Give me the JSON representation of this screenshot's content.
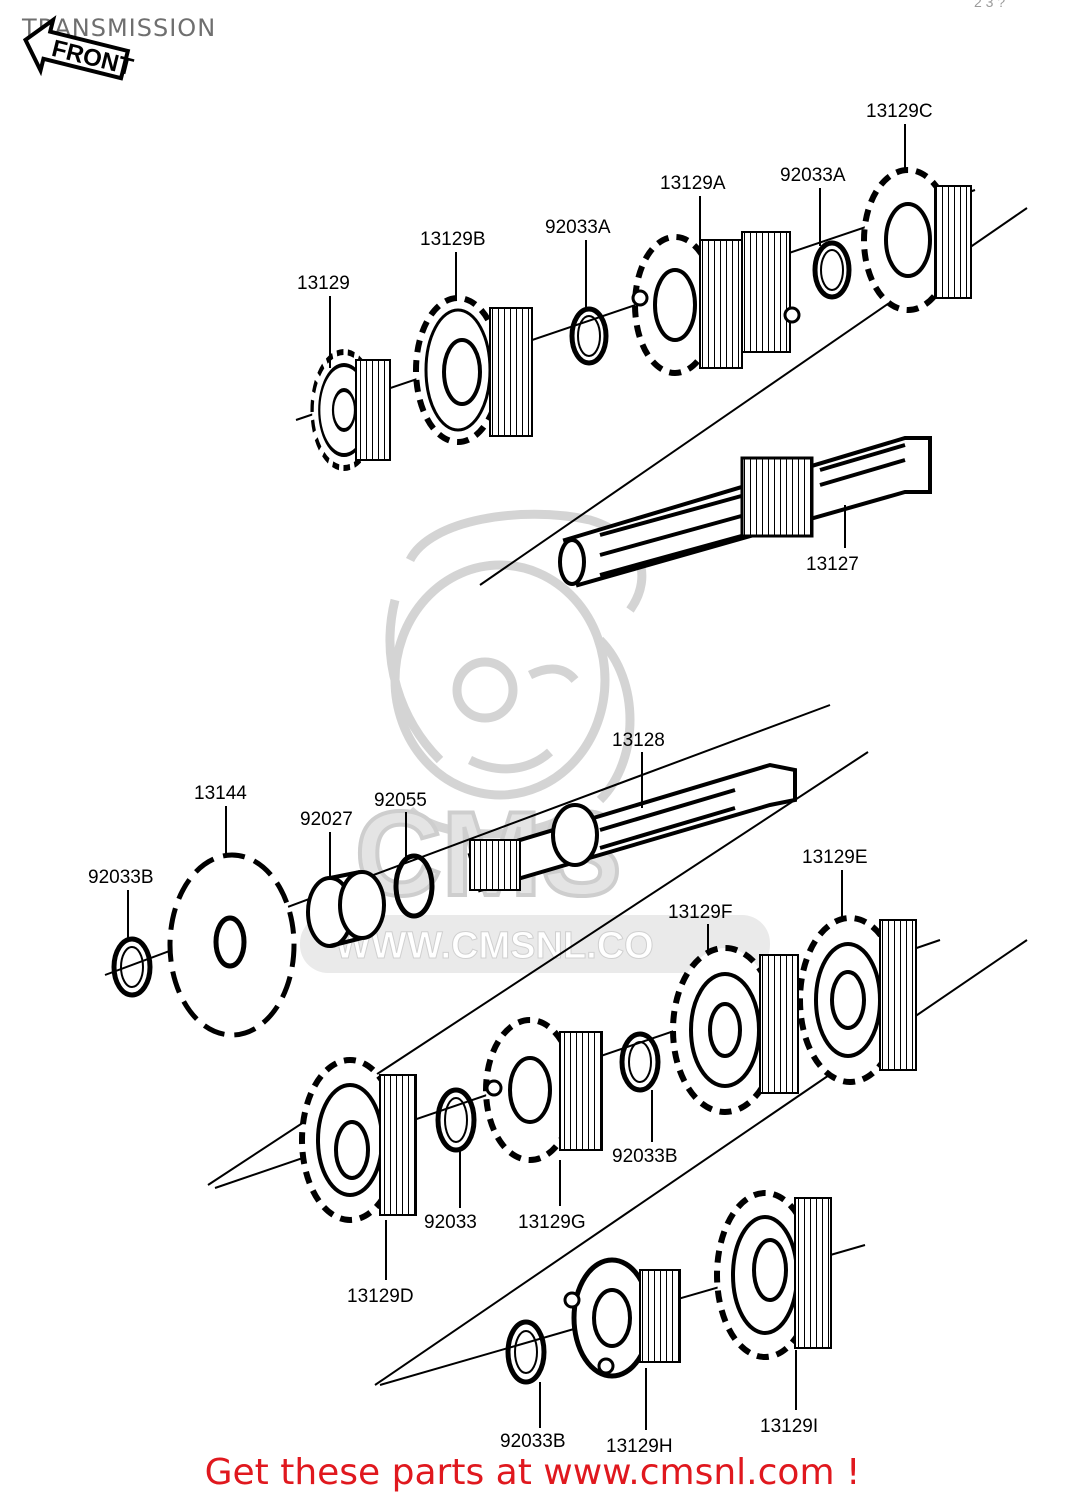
{
  "page": {
    "title": "TRANSMISSION",
    "corner_mark": "2 3 ?",
    "front_arrow_label": "FRONT",
    "footer": "Get these parts at www.cmsnl.com !"
  },
  "watermark": {
    "letters": "CMS",
    "url": "WWW.CMSNL.CO"
  },
  "colors": {
    "ink": "#000000",
    "footer_red": "#e0181e",
    "watermark_gray": "#c8c8c8",
    "title_gray": "#6f6f6f"
  },
  "parts": [
    {
      "id": "p1",
      "label": "13129",
      "kind": "gear"
    },
    {
      "id": "p2",
      "label": "13129B",
      "kind": "gear"
    },
    {
      "id": "p3",
      "label": "92033A",
      "kind": "circlip"
    },
    {
      "id": "p4",
      "label": "13129A",
      "kind": "double-gear"
    },
    {
      "id": "p5",
      "label": "92033A",
      "kind": "circlip"
    },
    {
      "id": "p6",
      "label": "13129C",
      "kind": "gear"
    },
    {
      "id": "p7",
      "label": "13127",
      "kind": "shaft"
    },
    {
      "id": "p8",
      "label": "13128",
      "kind": "shaft"
    },
    {
      "id": "p9",
      "label": "13144",
      "kind": "sprocket"
    },
    {
      "id": "p10",
      "label": "92027",
      "kind": "collar"
    },
    {
      "id": "p11",
      "label": "92055",
      "kind": "o-ring"
    },
    {
      "id": "p12",
      "label": "92033B",
      "kind": "circlip"
    },
    {
      "id": "p13",
      "label": "13129E",
      "kind": "gear"
    },
    {
      "id": "p14",
      "label": "13129F",
      "kind": "gear"
    },
    {
      "id": "p15",
      "label": "92033B",
      "kind": "circlip"
    },
    {
      "id": "p16",
      "label": "13129G",
      "kind": "gear"
    },
    {
      "id": "p17",
      "label": "92033",
      "kind": "circlip"
    },
    {
      "id": "p18",
      "label": "13129D",
      "kind": "gear"
    },
    {
      "id": "p19",
      "label": "13129I",
      "kind": "gear"
    },
    {
      "id": "p20",
      "label": "13129H",
      "kind": "gear"
    },
    {
      "id": "p21",
      "label": "92033B",
      "kind": "circlip"
    }
  ]
}
